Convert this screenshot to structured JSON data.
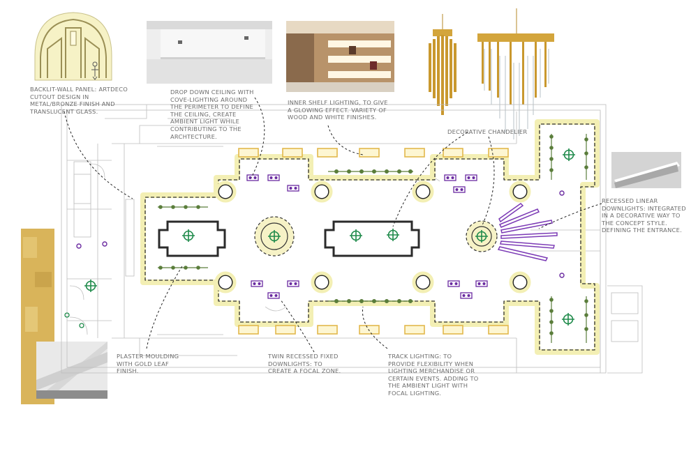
{
  "annotations": {
    "backlit_panel": "BACKLIT-WALL PANEL: ARTDECO CUTOUT DESIGN IN METAL/BRONZE FINISH AND TRANSLUCENT GLASS.",
    "drop_ceiling": "DROP DOWN CEILING WITH COVE-LIGHTING AROUND THE PERIMETER TO DEFINE THE CEILING, CREATE AMBIENT LIGHT WHILE CONTRIBUTING TO THE ARCHTECTURE.",
    "inner_shelf": "INNER SHELF LIGHTING, TO GIVE A GLOWING EFFECT. VARIETY OF WOOD AND WHITE FINISHES.",
    "chandelier": "DECORATIVE CHANDELIER",
    "recessed_linear": "RECESSED LINEAR DOWNLIGHTS: INTEGRATED IN A DECORATIVE WAY TO THE CONCEPT STYLE. DEFINING THE ENTRANCE.",
    "plaster_moulding": "PLASTER MOULDING WITH GOLD LEAF FINISH.",
    "twin_recessed": "TWIN RECESSED FIXED DOWNLIGHTS: TO CREATE A FOCAL ZONE.",
    "track_lighting": "TRACK LIGHTING: TO PROVIDE FLEXIBILITY WHEN LIGHTING MERCHANDISE OR CERTAIN EVENTS. ADDING TO THE AMBIENT LIGHT WITH FOCAL LIGHTING."
  },
  "colors": {
    "cove_glow": "#f3efb4",
    "gold_leaf": "#d9b45a",
    "track": "#5a7d3b",
    "downlight": "#6a2aa0",
    "chandelier_marker": "#1e8a4a",
    "moulding": "#2b2b2b",
    "plan_lines": "#b9b9b9",
    "annotation_text": "#6b6b6b"
  },
  "icons": [
    "cove-light-symbol",
    "track-light-symbol",
    "twin-downlight-symbol",
    "chandelier-symbol",
    "linear-downlight-symbol"
  ]
}
